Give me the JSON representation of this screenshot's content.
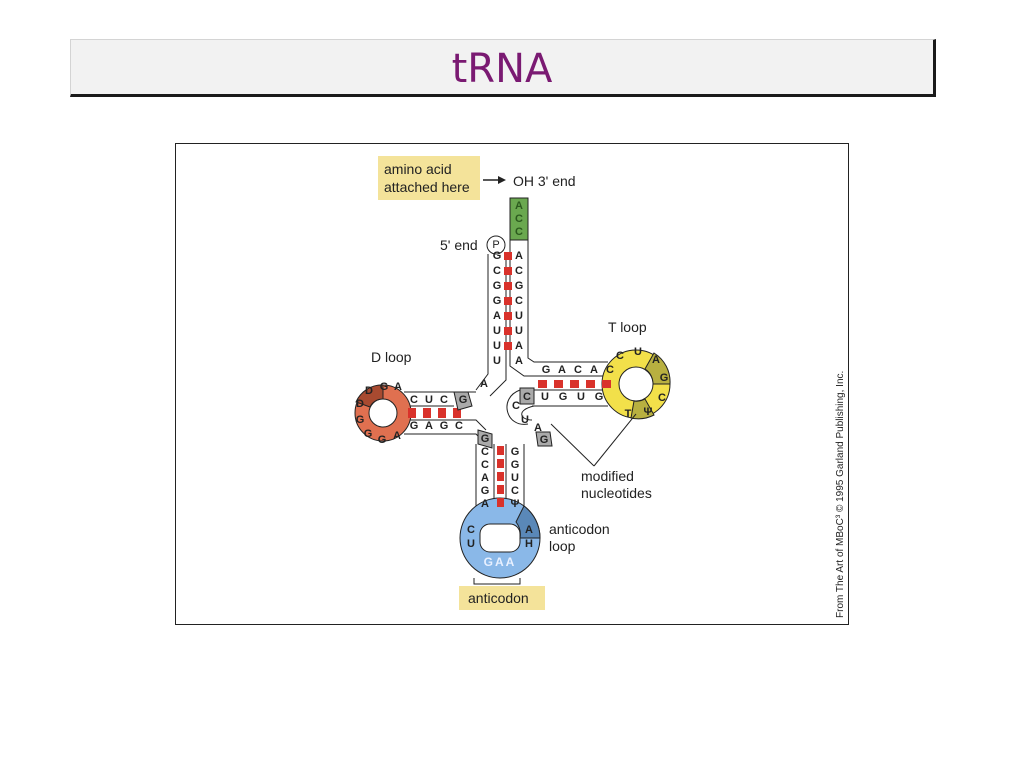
{
  "slide": {
    "title": "tRNA"
  },
  "figure": {
    "labels": {
      "amino_acid_line1": "amino acid",
      "amino_acid_line2": "attached here",
      "oh_3_end": "OH  3' end",
      "five_end": "5' end",
      "phosphate": "P",
      "d_loop": "D loop",
      "t_loop": "T loop",
      "modified_line1": "modified",
      "modified_line2": "nucleotides",
      "anticodon_loop_line1": "anticodon",
      "anticodon_loop_line2": "loop",
      "anticodon": "anticodon"
    },
    "sequences": {
      "acceptor_tail": [
        "A",
        "C",
        "C"
      ],
      "acceptor_5_strand": [
        "G",
        "C",
        "G",
        "G",
        "A",
        "U",
        "U",
        "U"
      ],
      "acceptor_3_strand": [
        "A",
        "C",
        "G",
        "C",
        "U",
        "U",
        "A",
        "A"
      ],
      "d_stem_top": [
        "C",
        "U",
        "C",
        "G"
      ],
      "d_stem_bottom": [
        "G",
        "A",
        "G",
        "C"
      ],
      "d_loop": [
        "A",
        "G",
        "D",
        "D",
        "G",
        "G",
        "G",
        "A"
      ],
      "t_stem_top": [
        "G",
        "A",
        "C",
        "A",
        "C"
      ],
      "t_stem_bottom": [
        "C",
        "U",
        "G",
        "U",
        "G"
      ],
      "t_loop": [
        "C",
        "U",
        "A",
        "G",
        "C",
        "Ψ",
        "T"
      ],
      "variable_loop": [
        "C",
        "U",
        "A",
        "G"
      ],
      "anticodon_stem_left": [
        "C",
        "C",
        "A",
        "G",
        "A"
      ],
      "anticodon_stem_right": [
        "G",
        "G",
        "U",
        "C",
        "Ψ"
      ],
      "anticodon_loop_left": [
        "C",
        "U"
      ],
      "anticodon_loop_right": [
        "A",
        "H"
      ],
      "anticodon_bases": "GAA",
      "junction": [
        "A",
        "G",
        "G"
      ]
    },
    "credit": "From The Art of MBoC³ © 1995 Garland Publishing, Inc.",
    "colors": {
      "acceptor_green": "#6aa84f",
      "d_loop_red": "#e07050",
      "d_loop_dark": "#a84a30",
      "t_loop_yellow": "#f2e04a",
      "t_loop_olive": "#b8b040",
      "anticodon_blue": "#8ab8e8",
      "anticodon_dark": "#5a88b8",
      "label_yellow": "#f4e39a",
      "pair_red": "#d9322b",
      "title_purple": "#7a1a72"
    }
  }
}
